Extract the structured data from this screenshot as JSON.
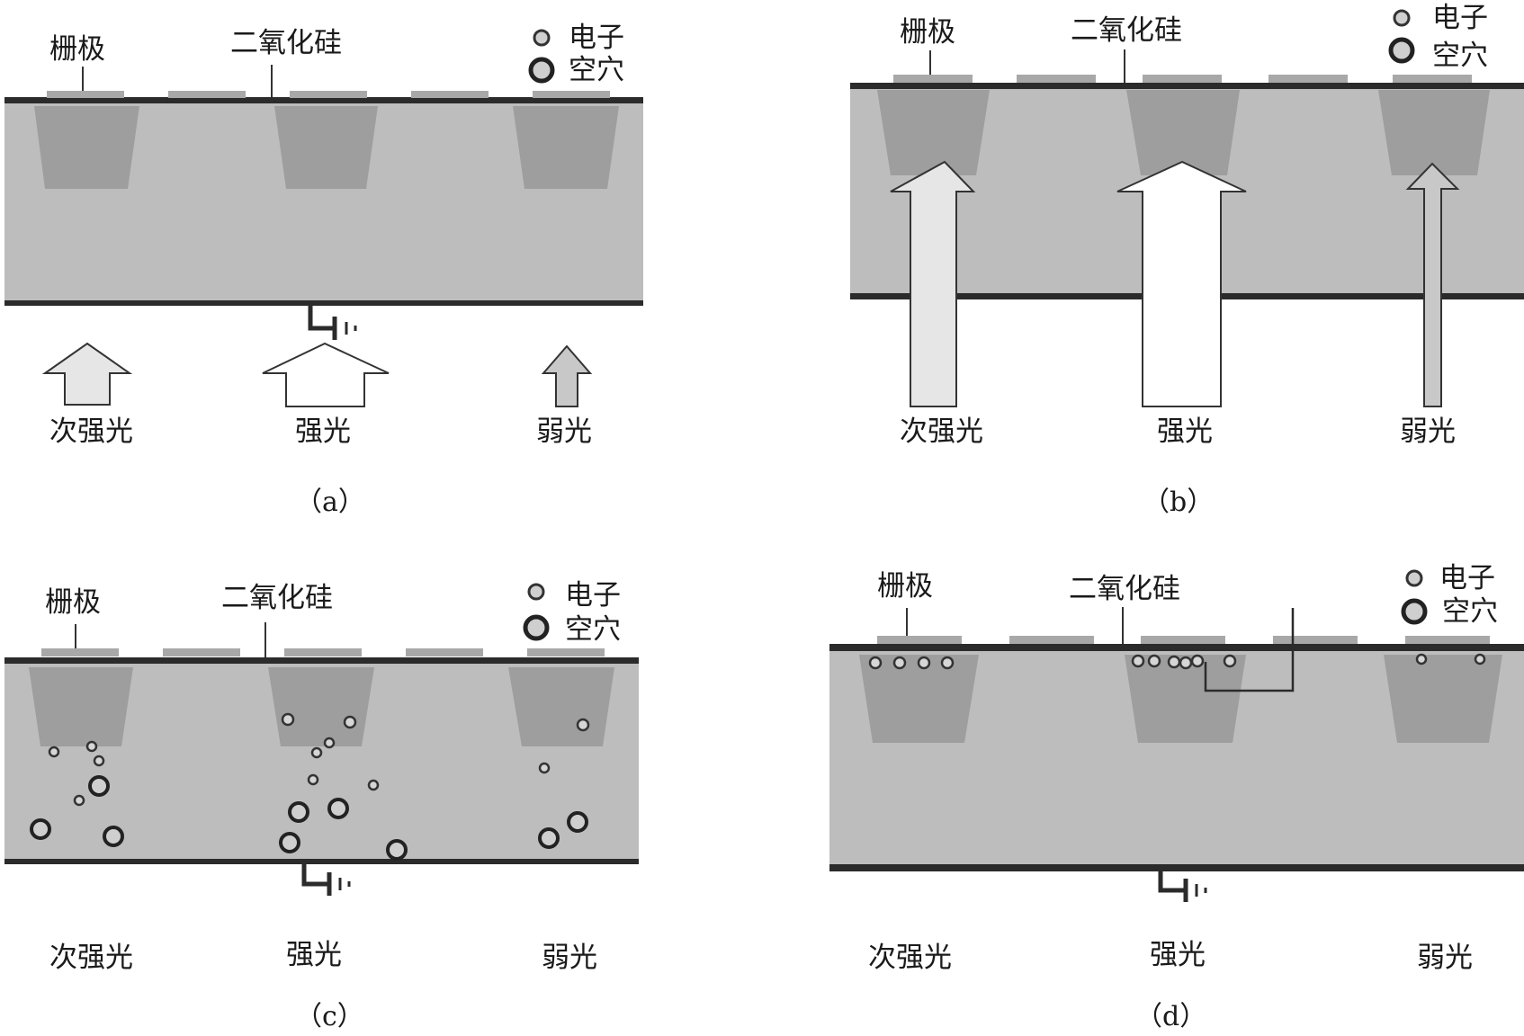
{
  "labels": {
    "gate": "栅极",
    "oxide": "二氧化硅",
    "electron": "电子",
    "hole": "空穴",
    "light_medium": "次强光",
    "light_strong": "强光",
    "light_weak": "弱光"
  },
  "panels": {
    "a": {
      "caption": "（a）",
      "stage": "incident light arrows below substrate"
    },
    "b": {
      "caption": "（b）",
      "stage": "light penetrates into depletion wells"
    },
    "c": {
      "caption": "（c）",
      "stage": "photo-generated electrons and holes"
    },
    "d": {
      "caption": "（d）",
      "stage": "electrons collected under gates"
    }
  },
  "colors": {
    "substrate": "#bdbdbd",
    "well": "#9e9e9e",
    "gate": "#a8a8a8",
    "line": "#2b2b2b",
    "arrow_medium": "#e6e6e6",
    "arrow_strong": "#ffffff",
    "arrow_weak": "#c8c8c8"
  }
}
